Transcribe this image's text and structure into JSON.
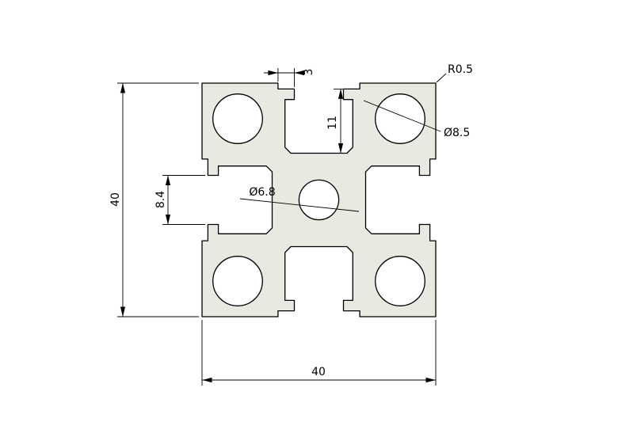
{
  "drawing": {
    "colors": {
      "background": "#ffffff",
      "profile_fill": "#e9e9e1",
      "line": "#000000"
    },
    "dimensions": {
      "height": "40",
      "width": "40",
      "slot_opening": "8.4",
      "slot_face": "3",
      "slot_depth": "11",
      "center_hole": "Ø6.8",
      "corner_hole": "Ø8.5",
      "corner_radius": "R0.5"
    }
  }
}
